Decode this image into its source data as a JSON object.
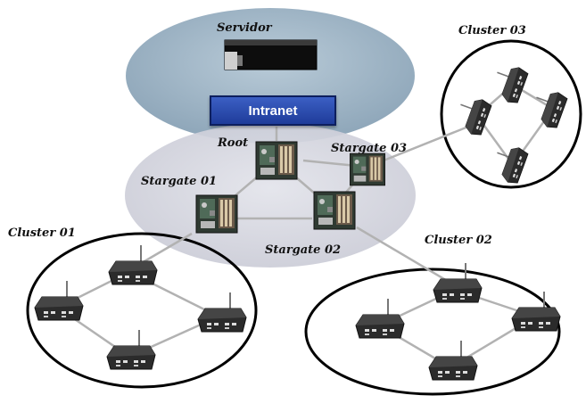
{
  "labels": {
    "servidor": "Servidor",
    "intranet": "Intranet",
    "root": "Root",
    "stargate_01": "Stargate 01",
    "stargate_02": "Stargate 02",
    "stargate_03": "Stargate 03",
    "cluster_01": "Cluster 01",
    "cluster_02": "Cluster 02",
    "cluster_03": "Cluster 03"
  },
  "icons": {
    "server": "server-icon",
    "board": "stargate-board-icon",
    "sensor": "sensor-mote-icon"
  },
  "colors": {
    "server_zone": "#9fb5c6",
    "stargate_zone": "#d2d4de",
    "intranet": "#2848a8",
    "link": "#b5b5b5",
    "mote": "#2a2a2a"
  }
}
